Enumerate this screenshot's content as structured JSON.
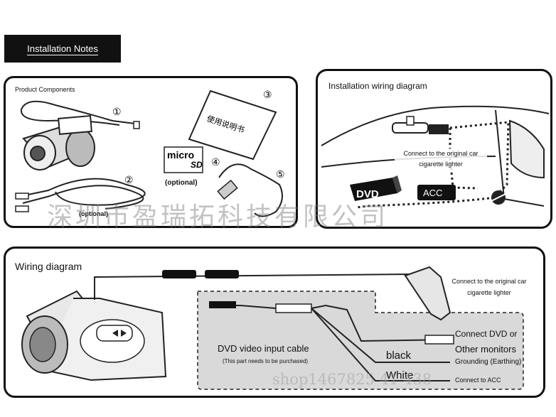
{
  "header": {
    "title": "Installation Notes"
  },
  "components": {
    "title": "Product Components",
    "numbers": [
      "①",
      "②",
      "③",
      "④",
      "⑤"
    ],
    "manual_text": "使用说明书",
    "microsd_logo": "micro",
    "microsd_sub": "SD",
    "optional_sd": "(optional)",
    "optional_cable": "(optional)"
  },
  "install_wiring": {
    "title": "Installation wiring diagram",
    "note_line1": "Connect to the original car",
    "note_line2": "cigarette lighter",
    "dvd_label": "DVD",
    "acc_label": "ACC"
  },
  "watermark_company": "深圳市盈瑞拓科技有限公司",
  "wiring": {
    "title": "Wiring diagram",
    "lighter_line1": "Connect to the original car",
    "lighter_line2": "cigarette lighter",
    "connect_dvd_line1": "Connect DVD or",
    "connect_dvd_line2": "Other monitors",
    "cable_title": "DVD video input cable",
    "cable_note": "(This part needs to be purchased)",
    "black": "black",
    "white": "White",
    "grounding": "Grounding (Earthing)",
    "connect_acc": "Connect to ACC",
    "watermark_shop": "shop1467825 41 438"
  }
}
